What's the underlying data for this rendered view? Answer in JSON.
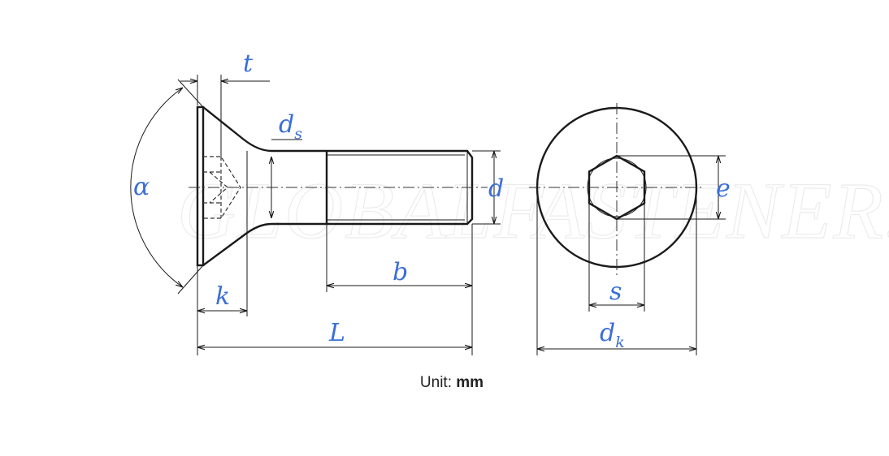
{
  "watermark": "GLOBALFASTENER.co",
  "labels": {
    "t": "t",
    "alpha": "α",
    "ds_main": "d",
    "ds_sub": "s",
    "d": "d",
    "b": "b",
    "k": "k",
    "L": "L",
    "e": "e",
    "s": "s",
    "dk_main": "d",
    "dk_sub": "k"
  },
  "unit": {
    "prefix": "Unit: ",
    "value": "mm"
  },
  "colors": {
    "dimension_label": "#3b6fd8",
    "line": "#1a1a1a"
  }
}
